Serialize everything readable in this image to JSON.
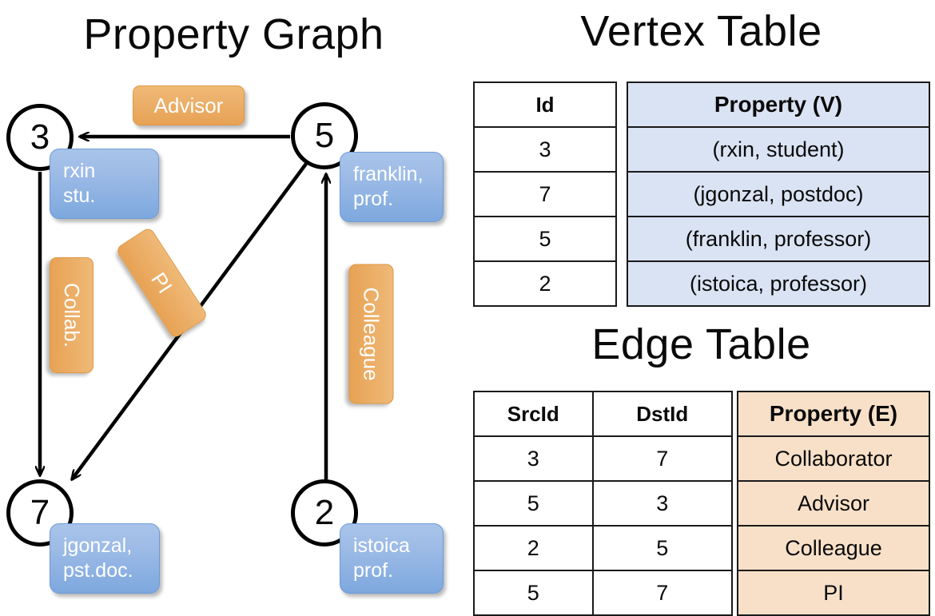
{
  "titles": {
    "property_graph": "Property Graph",
    "vertex_table": "Vertex Table",
    "edge_table": "Edge Table"
  },
  "colors": {
    "vertex_cell_blue": "#dae3f3",
    "edge_cell_orange": "#f8e0c8",
    "callout_blue": "#9dbbe6",
    "callout_orange": "#ecb06a",
    "stroke_black": "#000000",
    "text_white": "#ffffff"
  },
  "graph": {
    "nodes": [
      {
        "id": "3",
        "label": "3",
        "property_text": "rxin\nstu."
      },
      {
        "id": "5",
        "label": "5",
        "property_text": "franklin,\nprof."
      },
      {
        "id": "7",
        "label": "7",
        "property_text": "jgonzal,\npst.doc."
      },
      {
        "id": "2",
        "label": "2",
        "property_text": "istoica\nprof."
      }
    ],
    "edge_labels": [
      {
        "name": "advisor",
        "text": "Advisor",
        "src": "5",
        "dst": "3"
      },
      {
        "name": "collab",
        "text": "Collab.",
        "src": "3",
        "dst": "7"
      },
      {
        "name": "pi",
        "text": "PI",
        "src": "5",
        "dst": "7"
      },
      {
        "name": "colleague",
        "text": "Colleague",
        "src": "2",
        "dst": "5"
      }
    ]
  },
  "vertex_table": {
    "id_header": "Id",
    "property_header": "Property (V)",
    "rows": [
      {
        "id": "3",
        "property": "(rxin, student)"
      },
      {
        "id": "7",
        "property": "(jgonzal, postdoc)"
      },
      {
        "id": "5",
        "property": "(franklin, professor)"
      },
      {
        "id": "2",
        "property": "(istoica, professor)"
      }
    ]
  },
  "edge_table": {
    "src_header": "SrcId",
    "dst_header": "DstId",
    "property_header": "Property (E)",
    "rows": [
      {
        "src": "3",
        "dst": "7",
        "property": "Collaborator"
      },
      {
        "src": "5",
        "dst": "3",
        "property": "Advisor"
      },
      {
        "src": "2",
        "dst": "5",
        "property": "Colleague"
      },
      {
        "src": "5",
        "dst": "7",
        "property": "PI"
      }
    ]
  }
}
